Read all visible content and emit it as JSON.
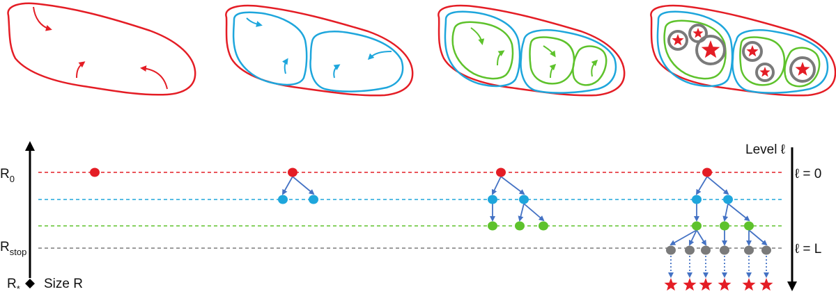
{
  "labels": {
    "r0_main": "R",
    "r0_sub": "0",
    "rstop_main": "R",
    "rstop_sub": "stop",
    "rstar_main": "R",
    "rstar_sub": "*",
    "size_axis": "Size R",
    "level_title": "Level ℓ",
    "level_zero": "ℓ = 0",
    "level_last": "ℓ = L"
  },
  "colors": {
    "red": "#e41d25",
    "blue": "#1ea6dc",
    "green": "#5ec22c",
    "gray": "#7a7a7a",
    "arrow": "#4472c4",
    "axis": "#000000"
  },
  "levels": [
    {
      "name": "level-0",
      "color": "red"
    },
    {
      "name": "level-1",
      "color": "blue"
    },
    {
      "name": "level-2",
      "color": "green"
    },
    {
      "name": "level-stop",
      "color": "gray"
    }
  ]
}
